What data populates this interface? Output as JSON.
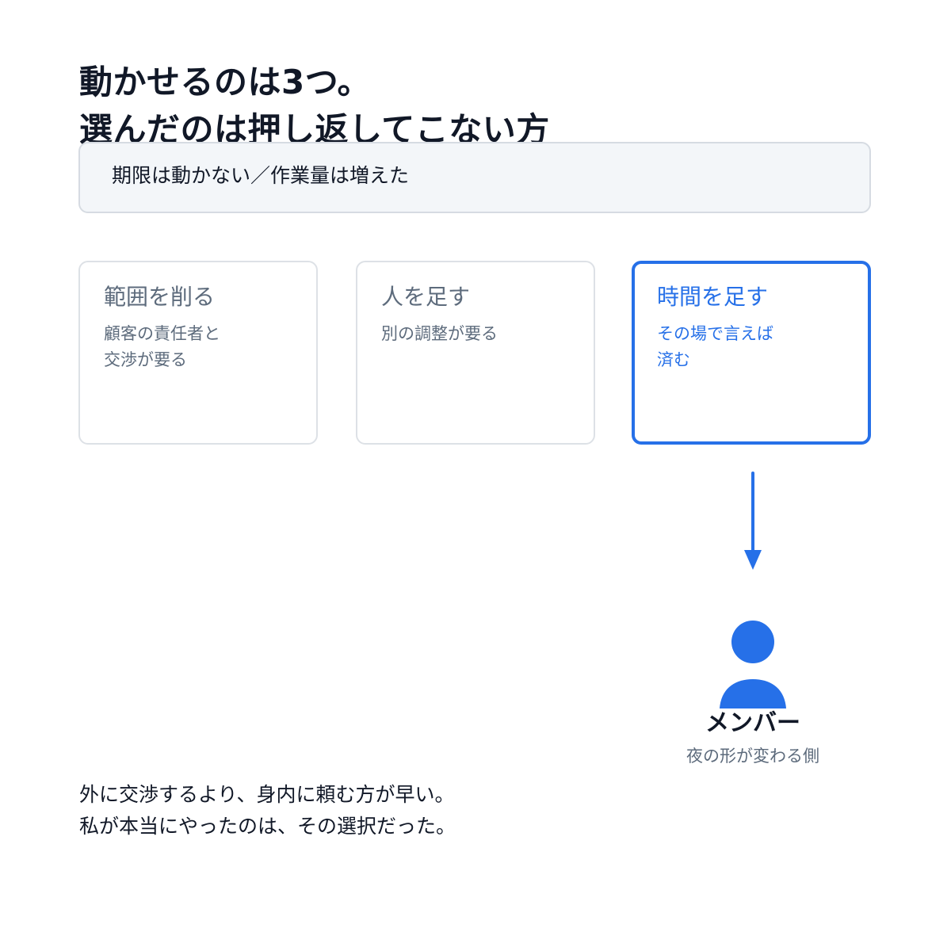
{
  "title": {
    "line1": "動かせるのは3つ。",
    "line2": "選んだのは押し返してこない方"
  },
  "constraint": {
    "text": "期限は動かない／作業量は増えた"
  },
  "options": [
    {
      "title": "範囲を削る",
      "desc_line1": "顧客の責任者と",
      "desc_line2": "交渉が要る",
      "selected": false
    },
    {
      "title": "人を足す",
      "desc_line1": "別の調整が要る",
      "desc_line2": "",
      "selected": false
    },
    {
      "title": "時間を足す",
      "desc_line1": "その場で言えば",
      "desc_line2": "済む",
      "selected": true
    }
  ],
  "member": {
    "name": "メンバー",
    "sub": "夜の形が変わる側",
    "icon": "person-icon"
  },
  "conclusion": {
    "line1": "外に交渉するより、身内に頼む方が早い。",
    "line2": "私が本当にやったのは、その選択だった。"
  },
  "colors": {
    "accent": "#2670e8",
    "text": "#111827",
    "muted": "#5d6b7c",
    "card_border": "#dde1e6",
    "constraint_bg": "#f3f6f9"
  }
}
